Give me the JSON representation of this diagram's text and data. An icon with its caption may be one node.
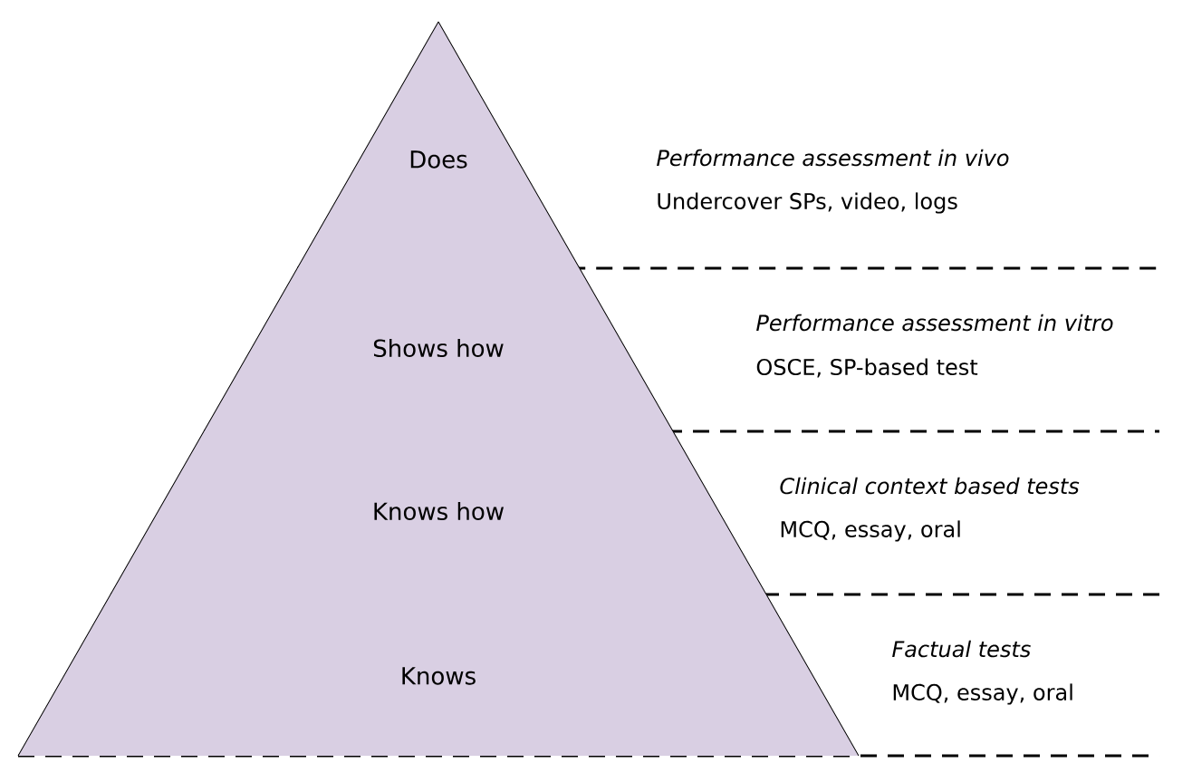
{
  "diagram": {
    "nodes": [
      {
        "text": [
          "Does"
        ],
        "beside": [
          "Performance assessment in vivo",
          "Undercover SPs, video, logs"
        ]
      },
      {
        "text": [
          "Shows how"
        ],
        "beside": [
          "Performance assessment in vitro",
          "OSCE, SP-based test"
        ]
      },
      {
        "text": [
          "Knows how"
        ],
        "beside": [
          "Clinical context based tests",
          "MCQ, essay, oral"
        ]
      },
      {
        "text": [
          "Knows"
        ],
        "beside": [
          "Factual tests",
          "MCQ, essay, oral"
        ]
      }
    ]
  }
}
